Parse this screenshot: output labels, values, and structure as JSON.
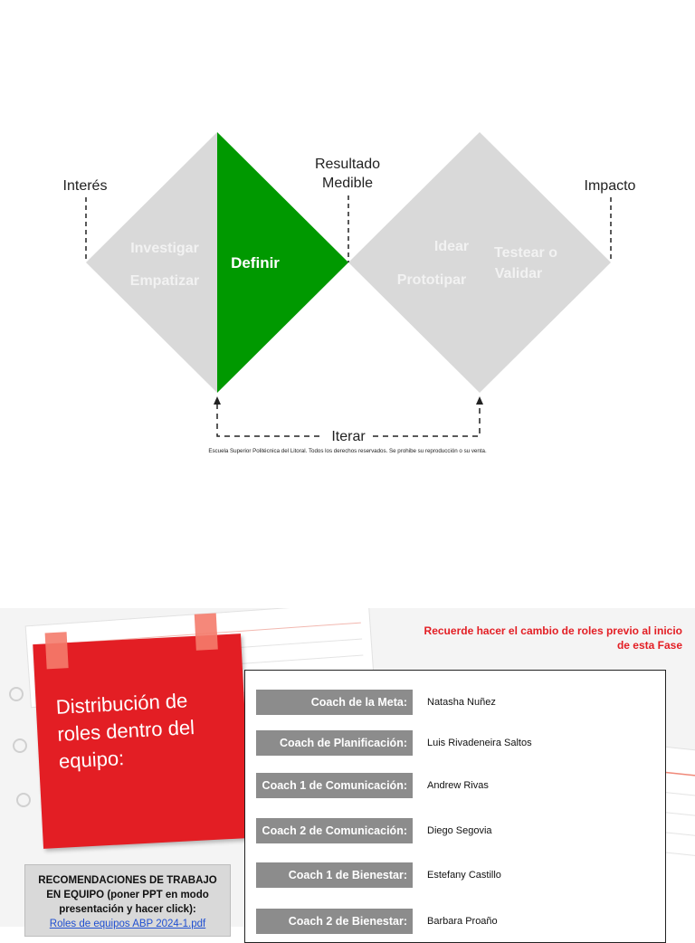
{
  "diagram": {
    "labels": {
      "interes": "Interés",
      "resultado_1": "Resultado",
      "resultado_2": "Medible",
      "impacto": "Impacto",
      "iterar": "Iterar"
    },
    "phases": {
      "investigar": "Investigar",
      "empatizar": "Empatizar",
      "definir": "Definir",
      "idear": "Idear",
      "prototipar": "Prototipar",
      "testear_1": "Testear o",
      "testear_2": "Validar"
    },
    "copyright": "Escuela Superior Politécnica del Litoral. Todos los derechos reservados. Se prohibe su reproducción o su venta.",
    "colors": {
      "diamond": "#d9d9d9",
      "highlight": "#009900",
      "text_light": "#f2f2f2"
    }
  },
  "slide2": {
    "note_title_lines": [
      "Distribución de",
      "roles dentro del",
      "equipo:"
    ],
    "reminder": "Recuerde hacer el cambio de roles previo al inicio de esta Fase",
    "roles": [
      {
        "role": "Coach de la Meta:",
        "name": "Natasha Nuñez"
      },
      {
        "role": "Coach de Planificación:",
        "name": "Luis Rivadeneira Saltos"
      },
      {
        "role": "Coach 1 de Comunicación:",
        "name": "Andrew Rivas"
      },
      {
        "role": "Coach 2 de Comunicación:",
        "name": "Diego Segovia"
      },
      {
        "role": "Coach 1 de Bienestar:",
        "name": "Estefany Castillo"
      },
      {
        "role": "Coach 2 de Bienestar:",
        "name": "Barbara Proaño"
      }
    ],
    "recommendations": {
      "line1": "RECOMENDACIONES DE TRABAJO",
      "line2": "EN EQUIPO (poner PPT en modo",
      "line3": "presentación y hacer click):",
      "link": "Roles de equipos ABP 2024-1.pdf"
    },
    "colors": {
      "note": "#e31e24",
      "role_label": "#8c8c8c",
      "reminder": "#e31e24"
    }
  }
}
